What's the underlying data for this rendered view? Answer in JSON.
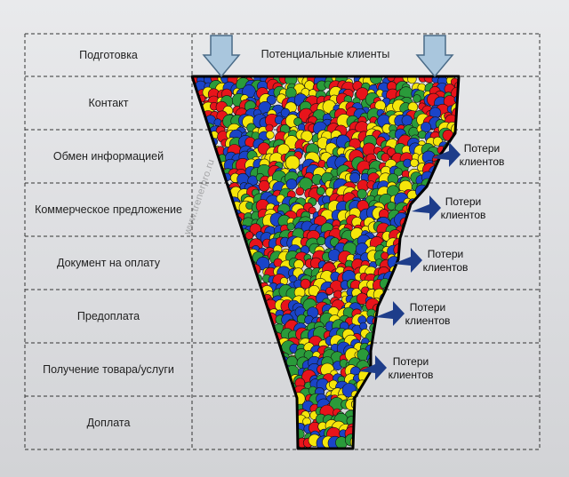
{
  "diagram": {
    "stages": [
      "Подготовка",
      "Контакт",
      "Обмен информацией",
      "Коммерческое предложение",
      "Документ на оплату",
      "Предоплата",
      "Получение товара/услуги",
      "Доплата"
    ],
    "top_label": "Потенциальные клиенты",
    "loss_label_line1": "Потери",
    "loss_label_line2": "клиентов",
    "watermark": "www.trenerpro.ru",
    "colors": {
      "balls": [
        "#e8141b",
        "#f5e60a",
        "#2a9b3a",
        "#1a44c8"
      ],
      "funnel_outline": "#000000",
      "arrow_fill": "#a9c6dd",
      "arrow_stroke": "#4a6b88",
      "loss_arrow": "#1e3d8a",
      "grid_line": "#333333"
    }
  }
}
